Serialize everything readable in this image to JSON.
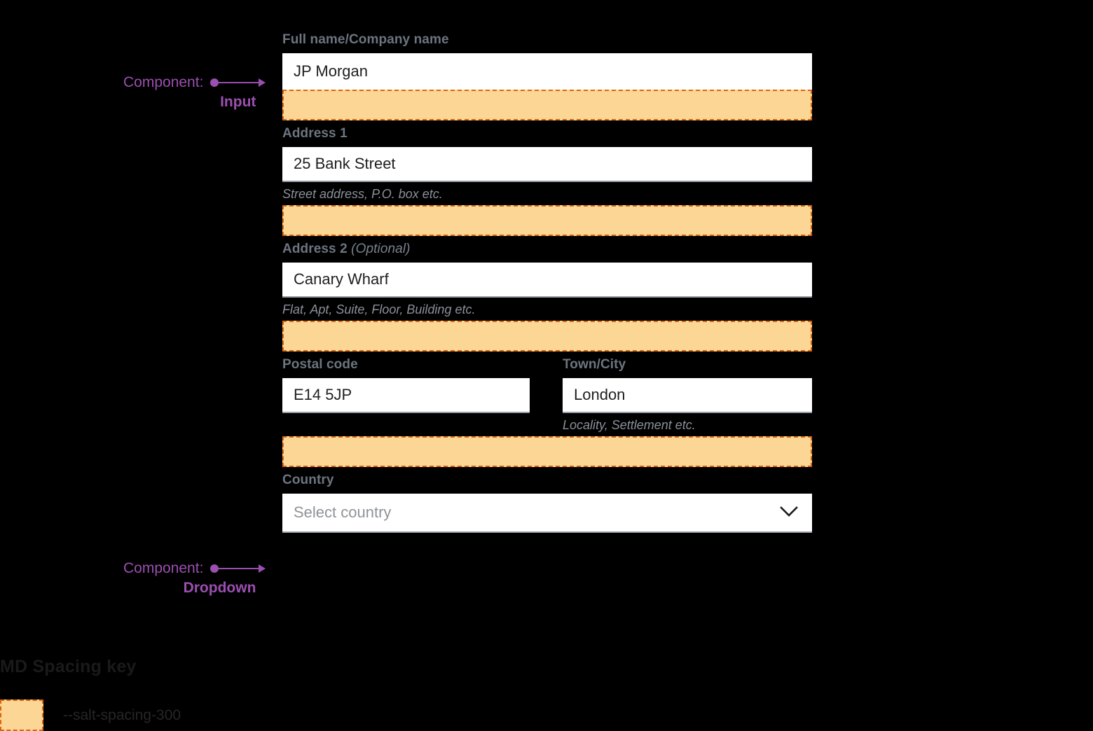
{
  "colors": {
    "background": "#000000",
    "annotation_purple": "#9B4FB0",
    "spacing_fill": "#FCD694",
    "spacing_border": "#DD640F",
    "label_gray": "#6C7580",
    "helper_gray": "#8A9099",
    "input_background": "#FFFFFF",
    "input_rule": "#9AA0A8",
    "input_text": "#1F1F1F",
    "placeholder_gray": "#8F9398"
  },
  "annotations": [
    {
      "kind": "Component:",
      "name": "Input"
    },
    {
      "kind": "Component:",
      "name": "Dropdown"
    }
  ],
  "form": {
    "fields": {
      "full_name": {
        "label": "Full name/Company name",
        "value": "JP Morgan"
      },
      "address1": {
        "label": "Address 1",
        "value": "25 Bank Street",
        "helper": "Street address, P.O. box etc."
      },
      "address2": {
        "label": "Address 2",
        "label_optional": "(Optional)",
        "value": "Canary Wharf",
        "helper": "Flat, Apt, Suite, Floor, Building etc."
      },
      "postal_code": {
        "label": "Postal code",
        "value": "E14 5JP"
      },
      "town_city": {
        "label": "Town/City",
        "value": "London",
        "helper": "Locality, Settlement etc."
      },
      "country": {
        "label": "Country",
        "placeholder": "Select country",
        "icon": "chevron-down-icon"
      }
    }
  },
  "legend": {
    "title": "MD Spacing key",
    "items": [
      {
        "token": "--salt-spacing-300"
      }
    ]
  }
}
